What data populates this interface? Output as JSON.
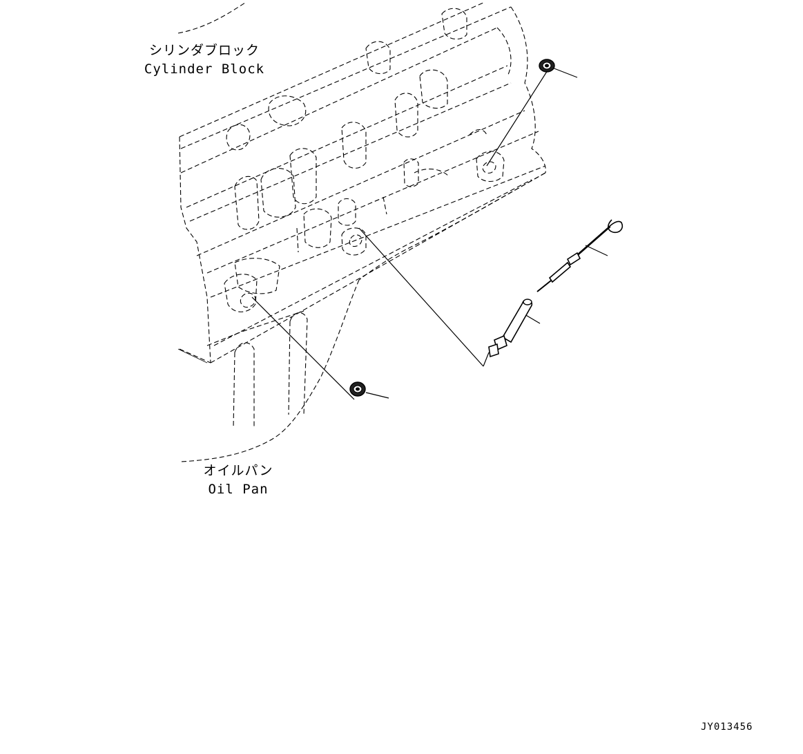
{
  "labels": {
    "cylinder_block_jp": "シリンダブロック",
    "cylinder_block_en": "Cylinder Block",
    "oil_pan_jp": "オイルパン",
    "oil_pan_en": "Oil Pan"
  },
  "drawing_code": "JY013456"
}
